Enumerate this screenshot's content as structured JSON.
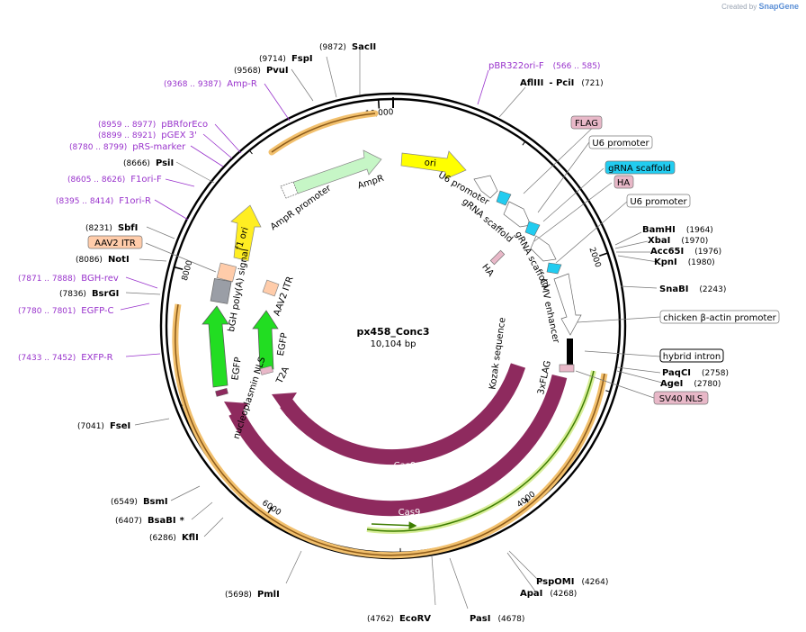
{
  "credit": {
    "prefix": "Created by",
    "brand": "SnapGene"
  },
  "plasmid": {
    "name": "px458_Conc3",
    "length_label": "10,104 bp",
    "length": 10104
  },
  "tick_labels": [
    {
      "label": "2000",
      "pos": 2000
    },
    {
      "label": "4000",
      "pos": 4000
    },
    {
      "label": "6000",
      "pos": 6000
    },
    {
      "label": "8000",
      "pos": 8000
    },
    {
      "label": "10,000",
      "pos": 10000
    }
  ],
  "colors": {
    "backbone": "#000000",
    "cas9": "#8e2a5e",
    "egfp": "#22dd22",
    "ampr": "#c6f6c6",
    "ori": "#ffff00",
    "f1ori": "#ffee22",
    "itr": "#ffccaa",
    "polya": "#9a9ea6",
    "primer": "#9933cc",
    "orf_outline": "#f2c06d",
    "orf_fill": "#8b5a1a",
    "cas9_orf": "#3d7d00"
  },
  "enzymes": [
    {
      "name": "SacII",
      "pos": "(9872)"
    },
    {
      "name": "FspI",
      "pos": "(9714)"
    },
    {
      "name": "PvuI",
      "pos": "(9568)"
    },
    {
      "name": "AflIII",
      "pos": "(721)",
      "extra": "- PciI"
    },
    {
      "name": "PsiI",
      "pos": "(8666)"
    },
    {
      "name": "SbfI",
      "pos": "(8231)"
    },
    {
      "name": "NotI",
      "pos": "(8086)"
    },
    {
      "name": "BsrGI",
      "pos": "(7836)"
    },
    {
      "name": "FseI",
      "pos": "(7041)"
    },
    {
      "name": "BsmI",
      "pos": "(6549)"
    },
    {
      "name": "BsaBI",
      "pos": "(6407)",
      "extra": "*"
    },
    {
      "name": "KflI",
      "pos": "(6286)"
    },
    {
      "name": "PmlI",
      "pos": "(5698)"
    },
    {
      "name": "EcoRV",
      "pos": "(4762)"
    },
    {
      "name": "PasI",
      "pos": "(4678)"
    },
    {
      "name": "PspOMI",
      "pos": "(4264)"
    },
    {
      "name": "ApaI",
      "pos": "(4268)"
    },
    {
      "name": "BamHI",
      "pos": "(1964)"
    },
    {
      "name": "XbaI",
      "pos": "(1970)"
    },
    {
      "name": "Acc65I",
      "pos": "(1976)"
    },
    {
      "name": "KpnI",
      "pos": "(1980)"
    },
    {
      "name": "SnaBI",
      "pos": "(2243)"
    },
    {
      "name": "PaqCI",
      "pos": "(2758)"
    },
    {
      "name": "AgeI",
      "pos": "(2780)"
    }
  ],
  "primers": [
    {
      "name": "pBR322ori-F",
      "range": "(566 .. 585)"
    },
    {
      "name": "Amp-R",
      "range": "(9368 .. 9387)"
    },
    {
      "name": "pBRforEco",
      "range": "(8959 .. 8977)"
    },
    {
      "name": "pGEX 3'",
      "range": "(8899 .. 8921)"
    },
    {
      "name": "pRS-marker",
      "range": "(8780 .. 8799)"
    },
    {
      "name": "F1ori-F",
      "range": "(8605 .. 8626)"
    },
    {
      "name": "F1ori-R",
      "range": "(8395 .. 8414)"
    },
    {
      "name": "BGH-rev",
      "range": "(7871 .. 7888)"
    },
    {
      "name": "EGFP-C",
      "range": "(7780 .. 7801)"
    },
    {
      "name": "EXFP-R",
      "range": "(7433 .. 7452)"
    }
  ],
  "boxed_labels": [
    {
      "name": "FLAG",
      "color": "#e8b8c8"
    },
    {
      "name": "U6 promoter",
      "color": "#ffffff"
    },
    {
      "name": "gRNA scaffold",
      "color": "#22ccf0"
    },
    {
      "name": "HA",
      "color": "#e8b8c8"
    },
    {
      "name": "U6 promoter",
      "color": "#ffffff"
    },
    {
      "name": "AAV2 ITR",
      "color": "#ffccaa"
    },
    {
      "name": "chicken β-actin promoter",
      "color": "#ffffff"
    },
    {
      "name": "hybrid intron",
      "color": "#ffffff"
    },
    {
      "name": "SV40 NLS",
      "color": "#e8b8c8"
    }
  ],
  "features": {
    "ori": "ori",
    "u6_promoter": "U6 promoter",
    "grna_scaffold_1": "gRNA scaffold",
    "grna_scaffold_2": "gRNA scaffold",
    "ha": "HA",
    "cmv_enhancer": "CMV enhancer",
    "ampr": "AmpR",
    "ampr_promoter": "AmpR promoter",
    "f1_ori": "f1 ori",
    "bgh_polya": "bGH poly(A) signal",
    "aav2_itr": "AAV2 ITR",
    "egfp_inner": "EGFP",
    "egfp_outer": "EGFP",
    "t2a": "T2A",
    "nucleoplasmin_nls": "nucleoplasmin NLS",
    "kozak": "Kozak sequence",
    "flag3x": "3xFLAG",
    "cas9_inner": "Cas9",
    "cas9_outer": "Cas9"
  }
}
